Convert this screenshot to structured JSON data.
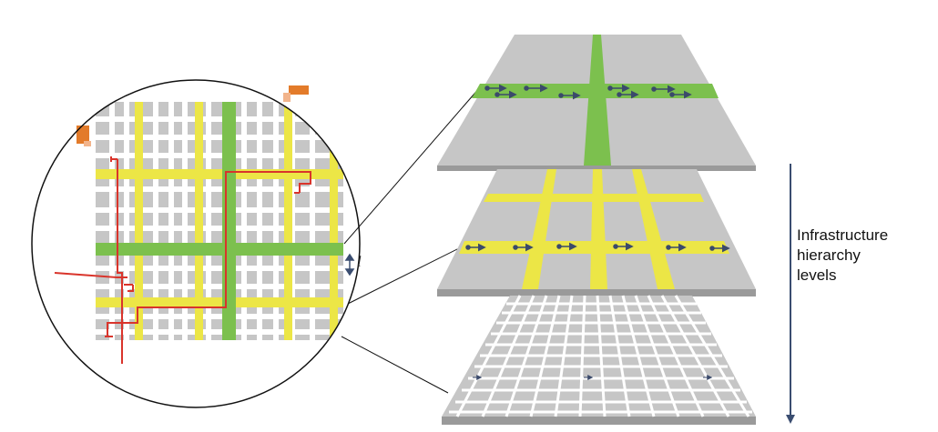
{
  "caption": {
    "lines": [
      "Infrastructure",
      "hierarchy",
      "levels"
    ]
  },
  "detail_view": {
    "spacing_label": "l"
  },
  "levels": [
    {
      "name": "top",
      "road_color": "#7cc04e",
      "flow_color": "#3b4a6b"
    },
    {
      "name": "middle",
      "road_color": "#ece646",
      "flow_color": "#3b4a6b"
    },
    {
      "name": "bottom",
      "road_color": "#ffffff",
      "flow_color": "#3b4a6b"
    }
  ],
  "colors": {
    "block": "#c6c6c6",
    "slab_edge": "#9a9a9a",
    "route": "#d9342b",
    "marker": "#e37b2a",
    "axis": "#3a4d70"
  }
}
